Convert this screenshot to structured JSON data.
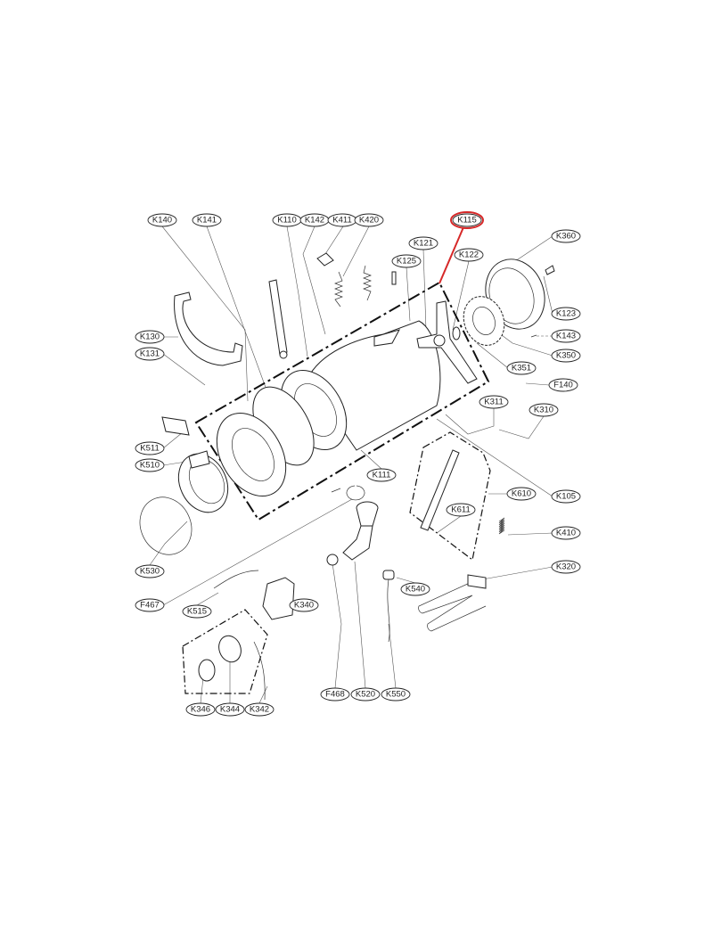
{
  "diagram": {
    "type": "exploded-parts-view",
    "highlight_color": "#d62828",
    "highlighted_part": "K115",
    "labels": [
      "K140",
      "K141",
      "K110",
      "K142",
      "K411",
      "K420",
      "K115",
      "K121",
      "K125",
      "K122",
      "K360",
      "K123",
      "K143",
      "K350",
      "K351",
      "F140",
      "K130",
      "K131",
      "K311",
      "K310",
      "K511",
      "K510",
      "K111",
      "K105",
      "K610",
      "K611",
      "K410",
      "K530",
      "K320",
      "K540",
      "F467",
      "K515",
      "K340",
      "K346",
      "K344",
      "K342",
      "F468",
      "K520",
      "K550"
    ]
  }
}
